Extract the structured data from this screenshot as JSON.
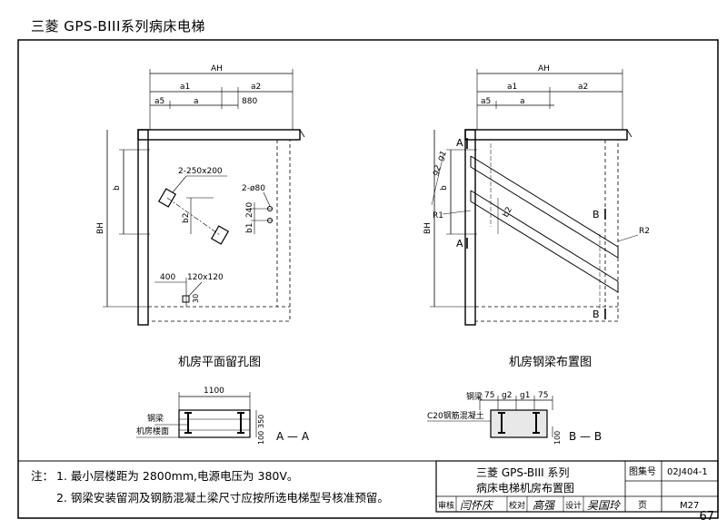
{
  "header": {
    "title": "三菱 GPS-BIII系列病床电梯"
  },
  "page_number": "67",
  "plan_view": {
    "title": "机房平面留孔图",
    "dims": {
      "AH": "AH",
      "a1": "a1",
      "a2": "a2",
      "a5": "a5",
      "a": "a",
      "d880": "880",
      "b": "b",
      "BH": "BH",
      "b1": "b1",
      "b2": "b2",
      "d240": "240",
      "d400": "400",
      "d30": "30"
    },
    "holes": {
      "h1": "2-250x200",
      "h2": "2-ø80",
      "h3": "120x120"
    }
  },
  "beam_view": {
    "title": "机房钢梁布置图",
    "dims": {
      "AH": "AH",
      "a1": "a1",
      "a2": "a2",
      "a5": "a5",
      "a": "a",
      "b": "b",
      "BH": "BH",
      "b2": "b2",
      "g1": "g1",
      "g2": "g2",
      "R1": "R1",
      "R2": "R2"
    },
    "section_marks": {
      "A": "A",
      "B": "B"
    }
  },
  "section_aa": {
    "label": "A — A",
    "width": "1100",
    "beam": "钢梁",
    "floor": "机房楼面",
    "d100": "100",
    "d350": "350"
  },
  "section_bb": {
    "label": "B — B",
    "beam": "钢梁",
    "concrete": "C20钢筋混凝土",
    "dims": [
      "75",
      "g2",
      "g1",
      "75"
    ],
    "d100": "100"
  },
  "notes": {
    "label": "注：",
    "items": [
      "1. 最小层楼距为 2800mm,电源电压为 380V。",
      "2. 钢梁安装留洞及钢筋混凝土梁尺寸应按所选电梯型号核准预留。"
    ]
  },
  "title_block": {
    "title_line1": "三菱 GPS-BIII 系列",
    "title_line2": "病床电梯机房布置图",
    "atlas_label": "图集号",
    "atlas_no": "02J404-1",
    "review": "审核",
    "check": "校对",
    "design": "设计",
    "page_label": "页",
    "page_no": "M27",
    "sig_review": "闫怀庆",
    "sig_check": "高强",
    "sig_design": "吴国玲"
  }
}
